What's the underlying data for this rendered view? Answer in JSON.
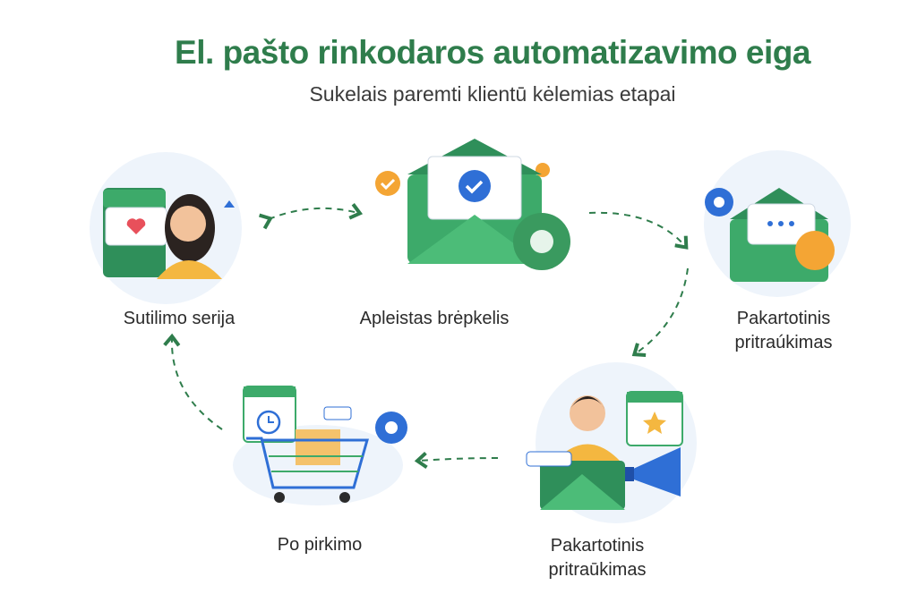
{
  "title": "El. pašto rinkodaros automatizavimo eiga",
  "subtitle": "Sukelais paremti klientū kėlemias etapai",
  "colors": {
    "accent": "#2f7d4c",
    "envelope": "#3daa6a",
    "blue": "#2f6fd6",
    "orange": "#f4a534"
  },
  "stages": [
    {
      "label": "Sutilimo serija",
      "icon": "welcome-person-heart-icon"
    },
    {
      "label": "Apleistas brėpkelis",
      "icon": "envelope-check-gear-icon"
    },
    {
      "label_line1": "Pakartotinis",
      "label_line2": "pritraúkimas",
      "icon": "envelope-chat-star-icon"
    },
    {
      "label_line1": "Pakartotinis",
      "label_line2": "pritraūkimas",
      "icon": "person-megaphone-icon"
    },
    {
      "label": "Po pirkimo",
      "icon": "shopping-cart-clock-icon"
    }
  ]
}
